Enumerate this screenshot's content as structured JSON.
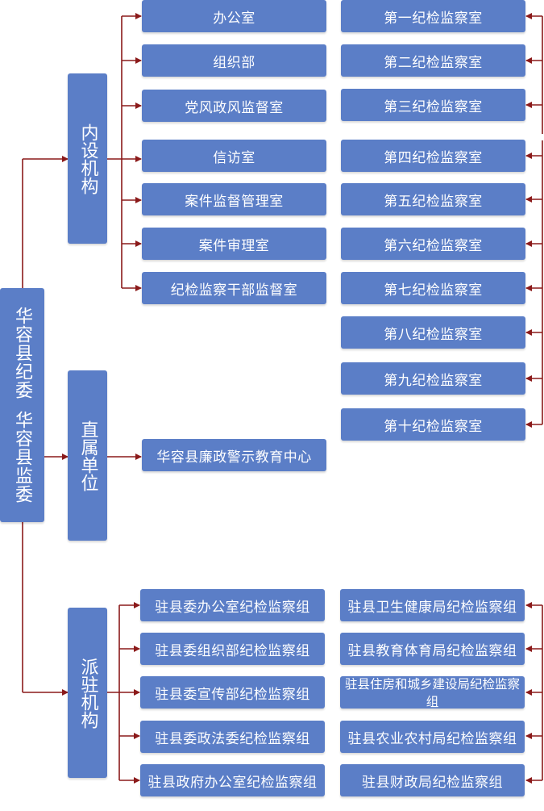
{
  "root": {
    "line1": "华容县纪委",
    "line2": "华容县监委"
  },
  "groups": {
    "internal": "内设机构",
    "direct": "直属单位",
    "dispatched": "派驻机构"
  },
  "internal_left": [
    "办公室",
    "组织部",
    "党风政风监督室",
    "信访室",
    "案件监督管理室",
    "案件审理室",
    "纪检监察干部监督室"
  ],
  "internal_right": [
    "第一纪检监察室",
    "第二纪检监察室",
    "第三纪检监察室",
    "第四纪检监察室",
    "第五纪检监察室",
    "第六纪检监察室",
    "第七纪检监察室",
    "第八纪检监察室",
    "第九纪检监察室",
    "第十纪检监察室"
  ],
  "direct_units": [
    "华容县廉政警示教育中心"
  ],
  "dispatched_left": [
    "驻县委办公室纪检监察组",
    "驻县委组织部纪检监察组",
    "驻县委宣传部纪检监察组",
    "驻县委政法委纪检监察组",
    "驻县政府办公室纪检监察组"
  ],
  "dispatched_right": [
    "驻县卫生健康局纪检监察组",
    "驻县教育体育局纪检监察组",
    "驻县住房和城乡建设局纪检监察组",
    "驻县农业农村局纪检监察组",
    "驻县财政局纪检监察组"
  ],
  "colors": {
    "box": "#5b7ec7",
    "line": "#8b1a1a",
    "text": "#ffffff"
  }
}
